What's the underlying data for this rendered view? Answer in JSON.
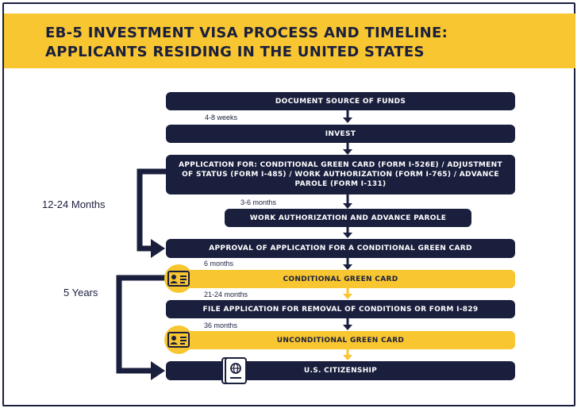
{
  "title_line1": "EB-5 INVESTMENT VISA PROCESS AND TIMELINE:",
  "title_line2": "APPLICANTS RESIDING IN THE UNITED STATES",
  "steps": [
    {
      "label": "DOCUMENT SOURCE OF FUNDS"
    },
    {
      "label": "INVEST"
    },
    {
      "label": "APPLICATION FOR: CONDITIONAL GREEN CARD (FORM I-526E) / ADJUSTMENT OF STATUS (FORM I-485) / WORK AUTHORIZATION (FORM I-765) / ADVANCE PAROLE (FORM I-131)"
    },
    {
      "label": "WORK AUTHORIZATION AND ADVANCE PAROLE"
    },
    {
      "label": "APPROVAL OF APPLICATION FOR A CONDITIONAL GREEN CARD"
    },
    {
      "label": "CONDITIONAL GREEN CARD"
    },
    {
      "label": "FILE APPLICATION FOR REMOVAL OF CONDITIONS OR FORM I-829"
    },
    {
      "label": "UNCONDITIONAL GREEN CARD"
    },
    {
      "label": "U.S. CITIZENSHIP"
    }
  ],
  "timings": [
    "4-8 weeks",
    "3-6 months",
    "6 months",
    "21-24 months",
    "36 months"
  ],
  "side_labels": [
    "12-24 Months",
    "5 Years"
  ],
  "icons": [
    "id-card-icon",
    "id-card-icon",
    "passport-icon"
  ],
  "colors": {
    "navy": "#1a1f3d",
    "gold": "#f8c630",
    "white": "#ffffff"
  }
}
